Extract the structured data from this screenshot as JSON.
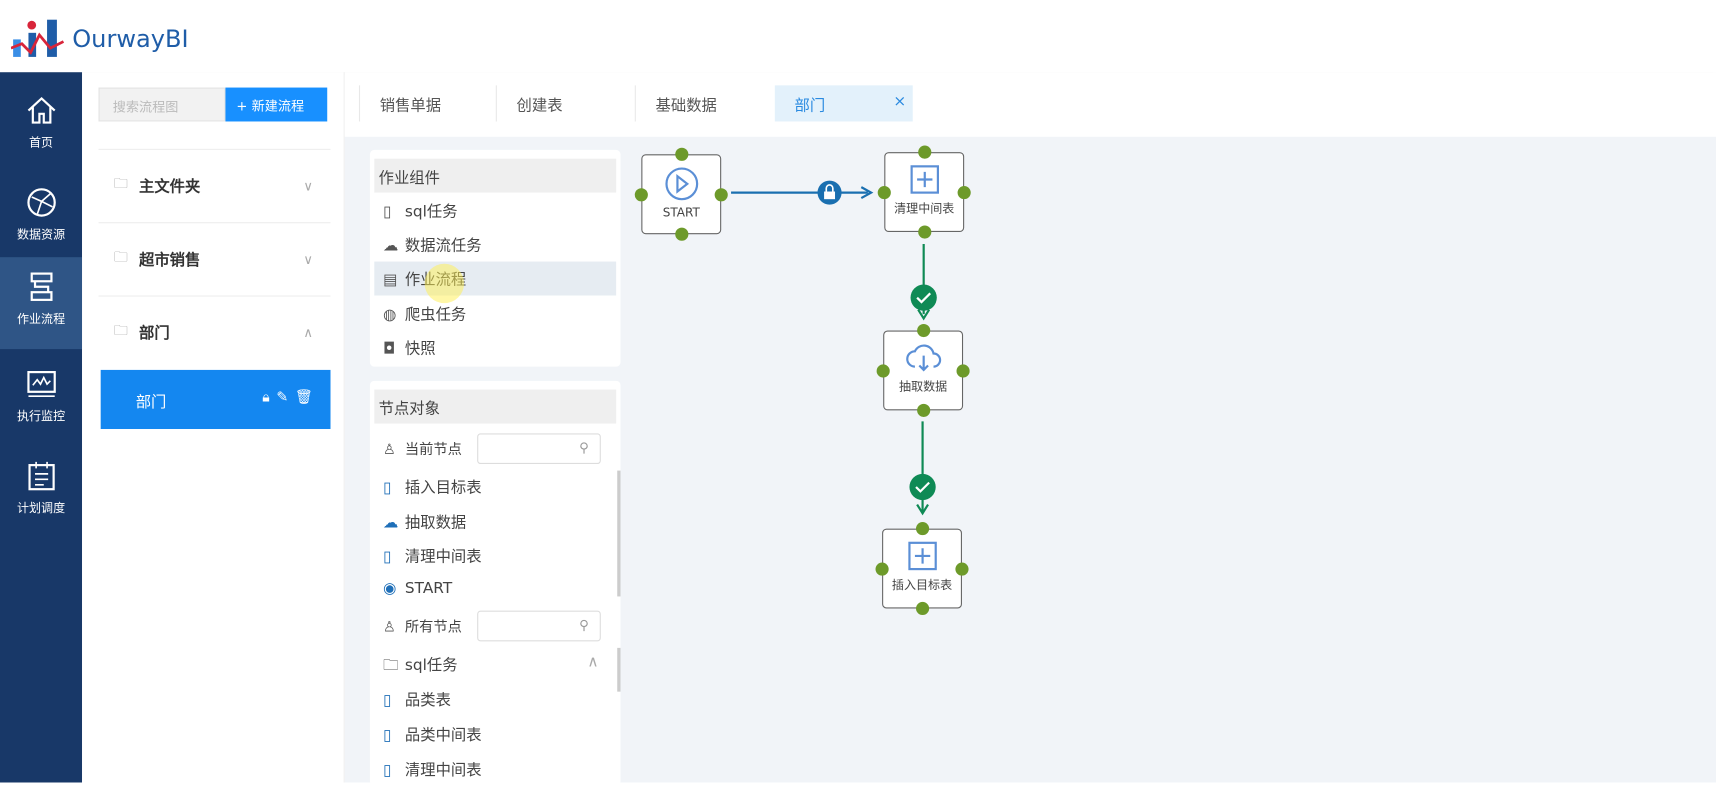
{
  "app": {
    "logo_text": "OurwayBI"
  },
  "nav": [
    {
      "label": "首页",
      "icon": "home-icon"
    },
    {
      "label": "数据资源",
      "icon": "globe-icon"
    },
    {
      "label": "作业流程",
      "icon": "workflow-icon"
    },
    {
      "label": "执行监控",
      "icon": "monitor-icon"
    },
    {
      "label": "计划调度",
      "icon": "schedule-icon"
    }
  ],
  "tree": {
    "search_placeholder": "搜索流程图",
    "new_button": "+ 新建流程",
    "folders": [
      {
        "label": "主文件夹",
        "chev": "∨"
      },
      {
        "label": "超市销售",
        "chev": "∨"
      },
      {
        "label": "部门",
        "chev": "∧"
      }
    ],
    "selected": "部门"
  },
  "tabs": [
    {
      "label": "销售单据"
    },
    {
      "label": "创建表"
    },
    {
      "label": "基础数据"
    },
    {
      "label": "部门",
      "close": "×"
    }
  ],
  "components": {
    "title": "作业组件",
    "items": [
      "sql任务",
      "数据流任务",
      "作业流程",
      "爬虫任务",
      "快照"
    ]
  },
  "nodes_panel": {
    "title": "节点对象",
    "current_label": "当前节点",
    "current_items": [
      "插入目标表",
      "抽取数据",
      "清理中间表",
      "START"
    ],
    "all_label": "所有节点",
    "all_folder": "sql任务",
    "all_items": [
      "品类表",
      "品类中间表",
      "清理中间表"
    ]
  },
  "flow": {
    "nodes": [
      "START",
      "清理中间表",
      "抽取数据",
      "插入目标表"
    ],
    "colors": {
      "edge_blue": "#1a6fb0",
      "edge_green": "#0f8a55",
      "port": "#6d9a2a"
    }
  }
}
